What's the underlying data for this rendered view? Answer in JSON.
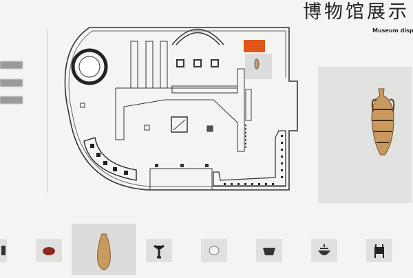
{
  "header": {
    "title": "博物馆展示",
    "subtitle": "Museum disp"
  },
  "sidebar": {
    "items": [
      {
        "label": ""
      },
      {
        "label": ""
      },
      {
        "label": ""
      }
    ]
  },
  "colors": {
    "selected_room": "#e0561a",
    "selection_highlight": "#dcdcdc",
    "wall": "#333333"
  },
  "floor_plan": {
    "selected_exhibit": "amphora-vase"
  },
  "preview": {
    "exhibit": "amphora-vase"
  },
  "thumbnails": [
    {
      "icon": "bronze-figure-icon"
    },
    {
      "icon": "red-bowl-icon"
    },
    {
      "icon": "amphora-vase-icon",
      "selected": true
    },
    {
      "icon": "standing-figure-icon"
    },
    {
      "icon": "jade-piece-icon"
    },
    {
      "icon": "bronze-vessel-icon"
    },
    {
      "icon": "lidded-jar-icon"
    },
    {
      "icon": "bronze-ding-icon"
    }
  ]
}
